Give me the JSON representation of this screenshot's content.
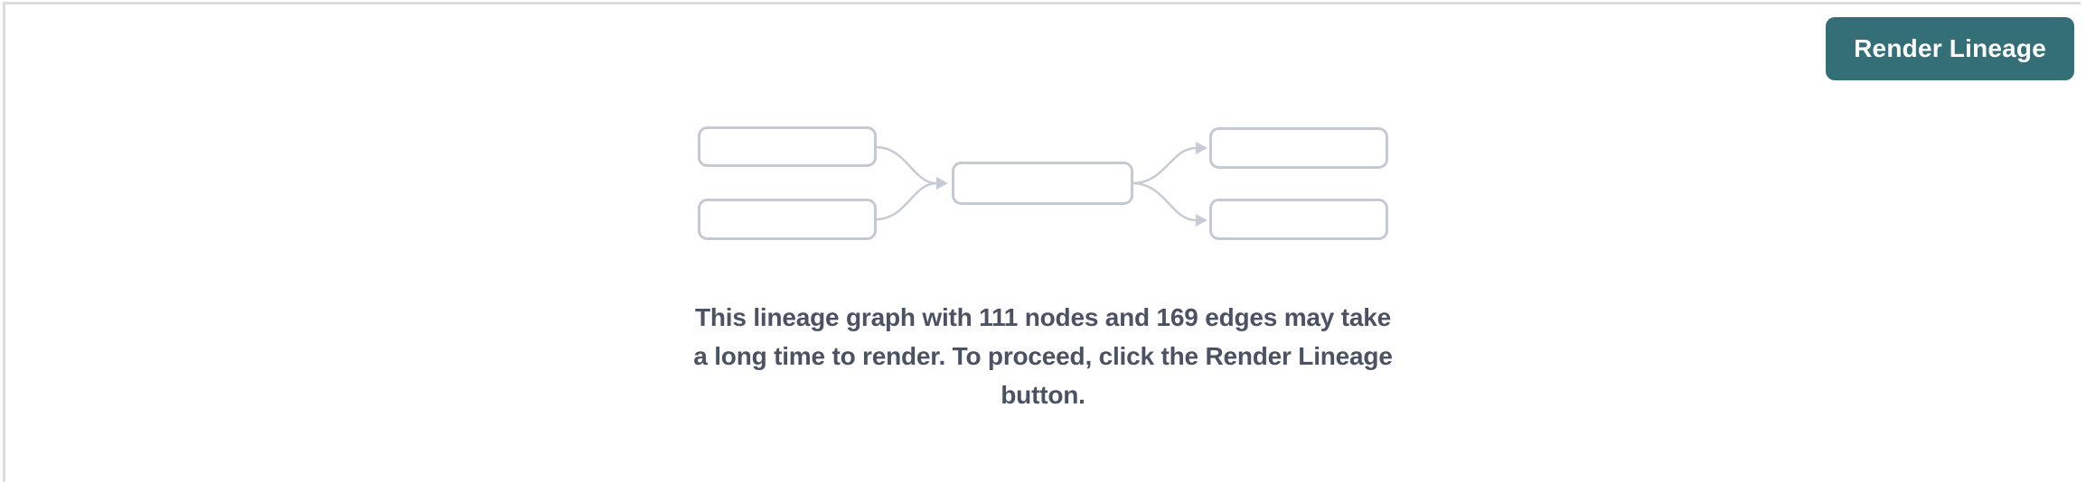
{
  "panel": {
    "border_color": "#dcdde1",
    "background": "#ffffff"
  },
  "toolbar": {
    "render_lineage_button": {
      "label": "Render Lineage",
      "background": "#346f77",
      "text_color": "#ffffff"
    }
  },
  "placeholder_graphic": {
    "type": "mini-lineage-diagram",
    "nodes_shown": 5,
    "edges_shown": 4,
    "node_fill": "#ffffff",
    "node_border_color": "#c5cad2",
    "edge_color": "#c7ccd4"
  },
  "message": {
    "full_text": "This lineage graph with 111 nodes and 169 edges may take a long time to render. To proceed, click the Render Lineage button.",
    "lines": [
      "This lineage graph with 111 nodes and 169 edges may take",
      "a long time to render. To proceed, click the Render Lineage",
      "button."
    ],
    "nodes_count": "111",
    "edges_count": "169",
    "text_color": "#4a5263"
  }
}
